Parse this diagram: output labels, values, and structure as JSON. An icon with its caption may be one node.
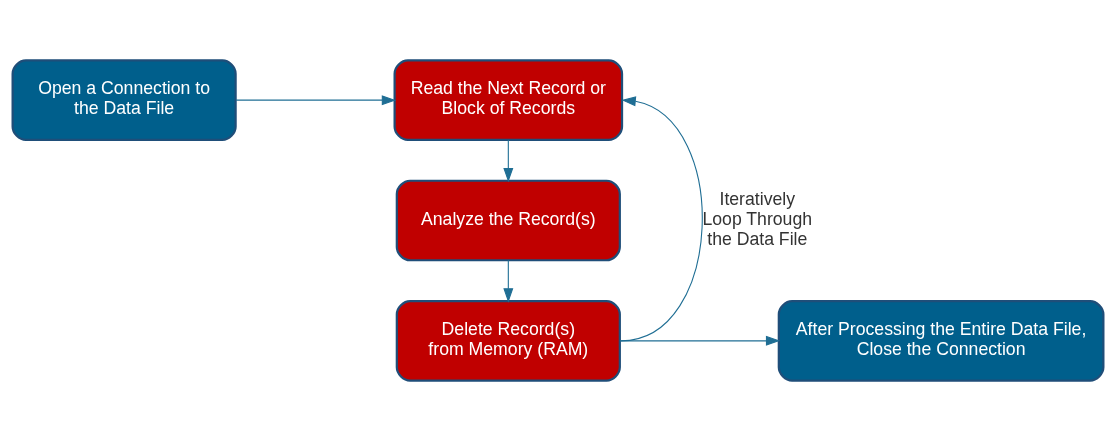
{
  "diagram": {
    "nodes": [
      {
        "text": [
          "Open a Connection to the Data File"
        ]
      },
      {
        "text": [
          "Read the Next Record or Block of Records"
        ]
      },
      {
        "text": [
          "Analyze the Record(s)"
        ]
      },
      {
        "text": [
          "Delete Record(s) from Memory (RAM)"
        ]
      },
      {
        "text": [
          "After Processing the Entire Data File, Close the Connection"
        ]
      }
    ],
    "edges": [
      {
        "from": 0,
        "to": 1,
        "arrow": "to"
      },
      {
        "from": 1,
        "to": 2,
        "arrow": "to"
      },
      {
        "from": 2,
        "to": 3,
        "arrow": "to"
      },
      {
        "from": 3,
        "to": 1,
        "arrow": "to",
        "label": "Iteratively Loop Through the Data File"
      },
      {
        "from": 3,
        "to": 4,
        "arrow": "to"
      }
    ]
  }
}
